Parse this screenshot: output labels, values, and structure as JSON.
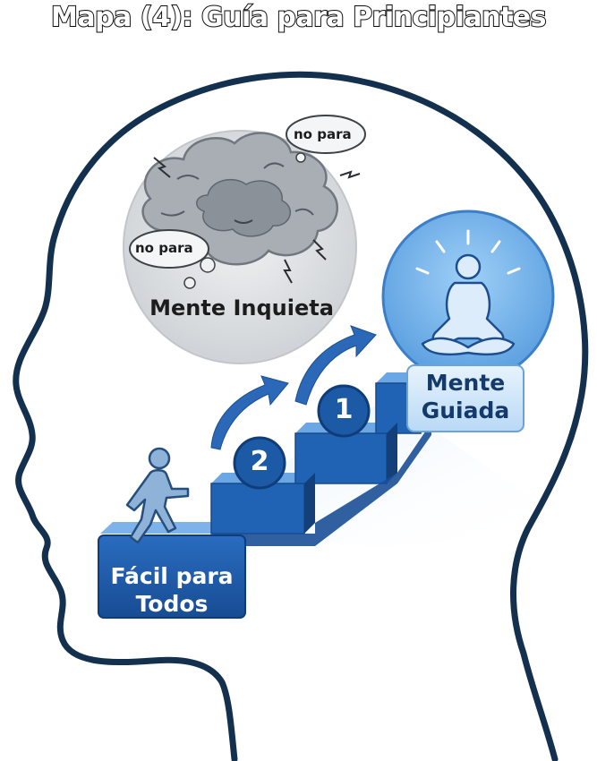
{
  "title": "Mapa (4): Guía para Principiantes",
  "restless_mind": {
    "label": "Mente Inquieta",
    "bubble_top": "no para",
    "bubble_bottom": "no para"
  },
  "guided_mind": {
    "label_line1": "Mente",
    "label_line2": "Guiada"
  },
  "start": {
    "label_line1": "Fácil para",
    "label_line2": "Todos"
  },
  "steps": [
    "1",
    "2"
  ],
  "colors": {
    "head_outline": "#13304f",
    "cloud_circle": "#d9dcdf",
    "stairs_top": "#5d9be0",
    "stairs_front": "#1d5ba8",
    "label_box": "#2060b0",
    "guided_circle": "#66aff0"
  }
}
